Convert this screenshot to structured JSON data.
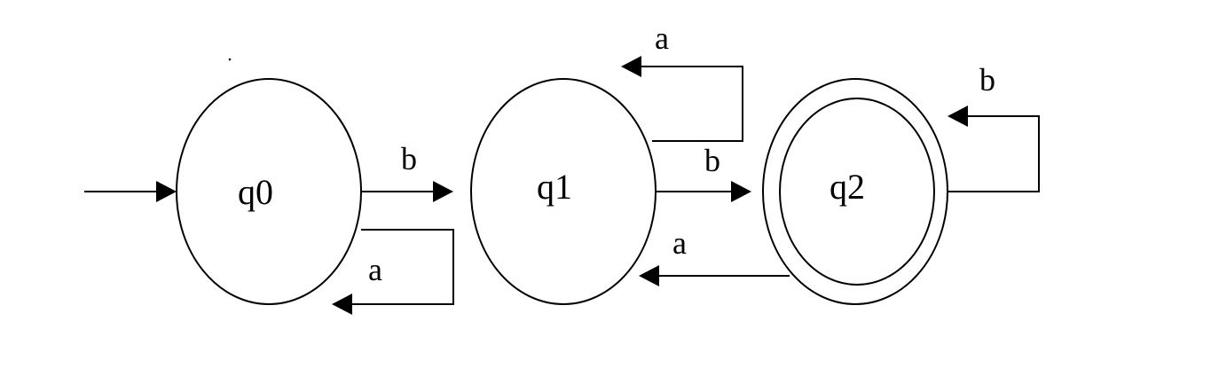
{
  "diagram": {
    "type": "finite-automaton",
    "states": [
      {
        "id": "q0",
        "label": "q0",
        "initial": true,
        "accepting": false
      },
      {
        "id": "q1",
        "label": "q1",
        "initial": false,
        "accepting": false
      },
      {
        "id": "q2",
        "label": "q2",
        "initial": false,
        "accepting": true
      }
    ],
    "transitions": [
      {
        "from": "q0",
        "to": "q1",
        "symbol": "b"
      },
      {
        "from": "q0",
        "to": "q0",
        "symbol": "a"
      },
      {
        "from": "q1",
        "to": "q1",
        "symbol": "a"
      },
      {
        "from": "q1",
        "to": "q2",
        "symbol": "b"
      },
      {
        "from": "q2",
        "to": "q2",
        "symbol": "b"
      },
      {
        "from": "q2",
        "to": "q1",
        "symbol": "a"
      }
    ]
  }
}
